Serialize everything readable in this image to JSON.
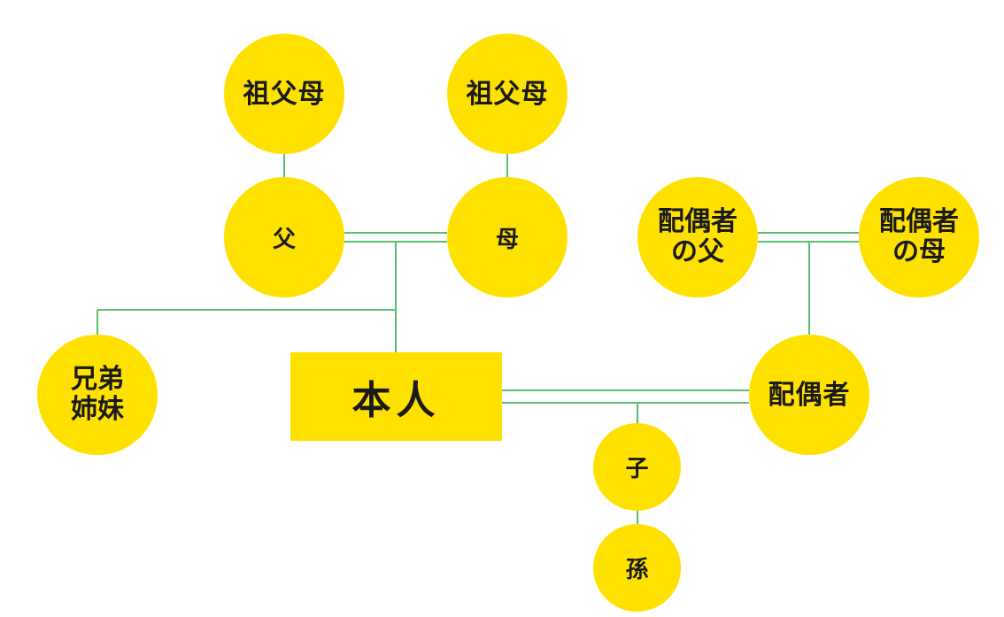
{
  "colors": {
    "node_fill": "#ffe100",
    "line": "#5cbf6e",
    "text": "#1a1a1a"
  },
  "nodes": {
    "grandparents_left": "祖父母",
    "grandparents_right": "祖父母",
    "father": "父",
    "mother": "母",
    "spouse_father": "配偶者\nの父",
    "spouse_mother": "配偶者\nの母",
    "siblings": "兄弟\n姉妹",
    "self": "本人",
    "spouse": "配偶者",
    "child": "子",
    "grandchild": "孫"
  }
}
